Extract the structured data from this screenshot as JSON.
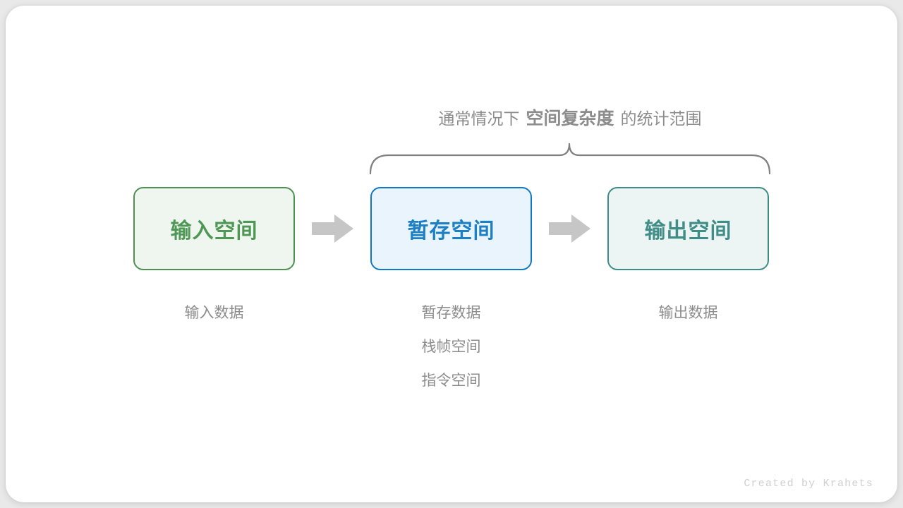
{
  "canvas": {
    "background": "#e9e9e9",
    "card_background": "#ffffff"
  },
  "scope_caption": {
    "prefix": "通常情况下",
    "emphasis": "空间复杂度",
    "suffix": "的统计范围",
    "color": "#8c8c8c"
  },
  "brace": {
    "name": "scope-brace",
    "color": "#7f7f7f",
    "spans_nodes": [
      "暂存空间",
      "输出空间"
    ]
  },
  "nodes": [
    {
      "id": "input",
      "label": "输入空间",
      "border_color": "#4f9150",
      "fill_color": "#eff6ef",
      "text_color": "#4f9755",
      "captions": [
        "输入数据"
      ]
    },
    {
      "id": "temp",
      "label": "暂存空间",
      "border_color": "#1278c4",
      "fill_color": "#e9f4fd",
      "text_color": "#1d7fc4",
      "captions": [
        "暂存数据",
        "栈帧空间",
        "指令空间"
      ]
    },
    {
      "id": "output",
      "label": "输出空间",
      "border_color": "#3e8c85",
      "fill_color": "#ecf5f3",
      "text_color": "#3f8d86",
      "captions": [
        "输出数据"
      ]
    }
  ],
  "arrows": [
    {
      "id": "arrow-1",
      "from": "input",
      "to": "temp",
      "color": "#c6c6c6"
    },
    {
      "id": "arrow-2",
      "from": "temp",
      "to": "output",
      "color": "#c6c6c6"
    }
  ],
  "watermark": {
    "text": "Created by Krahets",
    "color": "#cfcfcf"
  }
}
